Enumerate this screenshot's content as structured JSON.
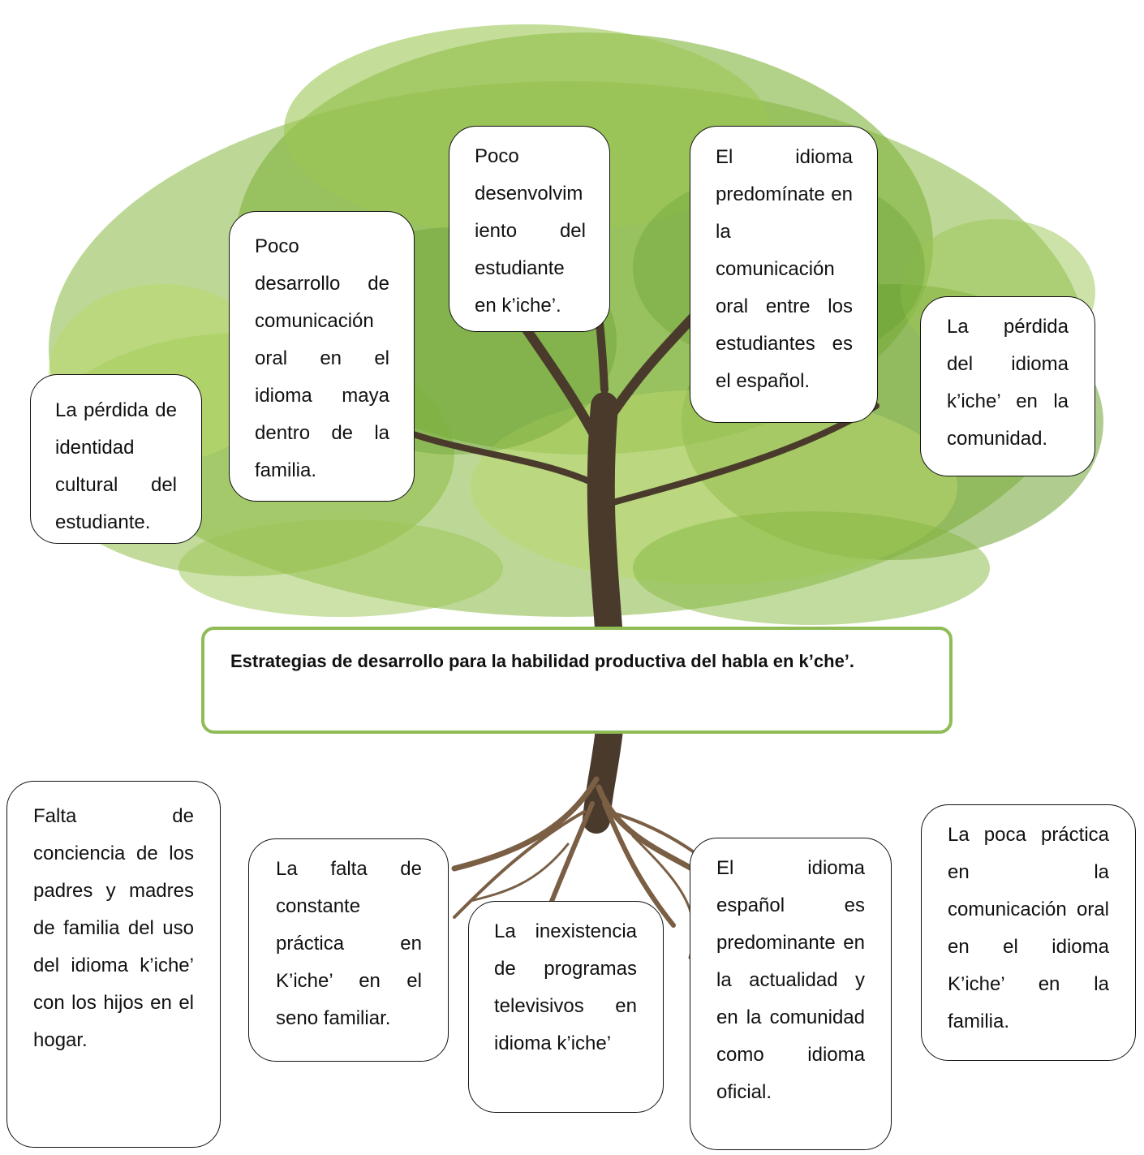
{
  "colors": {
    "foliage_dark": "#5e9a2e",
    "foliage_mid": "#86b83f",
    "foliage_light": "#b9d86b",
    "trunk": "#4a3a2c",
    "roots": "#7a5f45",
    "central_border": "#8fbc55",
    "box_border": "#111111"
  },
  "central": {
    "text": "Estrategias de desarrollo para la habilidad productiva del habla en k’che’."
  },
  "leaves": [
    {
      "text": "La pérdida de identidad cultural del estudiante."
    },
    {
      "text": "Poco desarrollo de comunicación oral en el idioma maya dentro de la familia."
    },
    {
      "text": "Poco desenvolvimiento del estudiante en k’iche’."
    },
    {
      "text": "El idioma predomínate en la comunicación oral entre los estudiantes es el español."
    },
    {
      "text": "La pérdida del idioma k’iche’ en la comunidad."
    }
  ],
  "roots": [
    {
      "text": "Falta de conciencia de los padres y madres de familia del uso del idioma k’iche’ con los hijos en el hogar."
    },
    {
      "text": "La falta de constante práctica en K’iche’ en el seno familiar."
    },
    {
      "text": "La inexistencia de programas televisivos en idioma k’iche’"
    },
    {
      "text": "El idioma español es predominante en la actualidad y en la comunidad como idioma oficial."
    },
    {
      "text": "La poca práctica en la comunicación oral en el idioma K’iche’ en la familia."
    }
  ]
}
